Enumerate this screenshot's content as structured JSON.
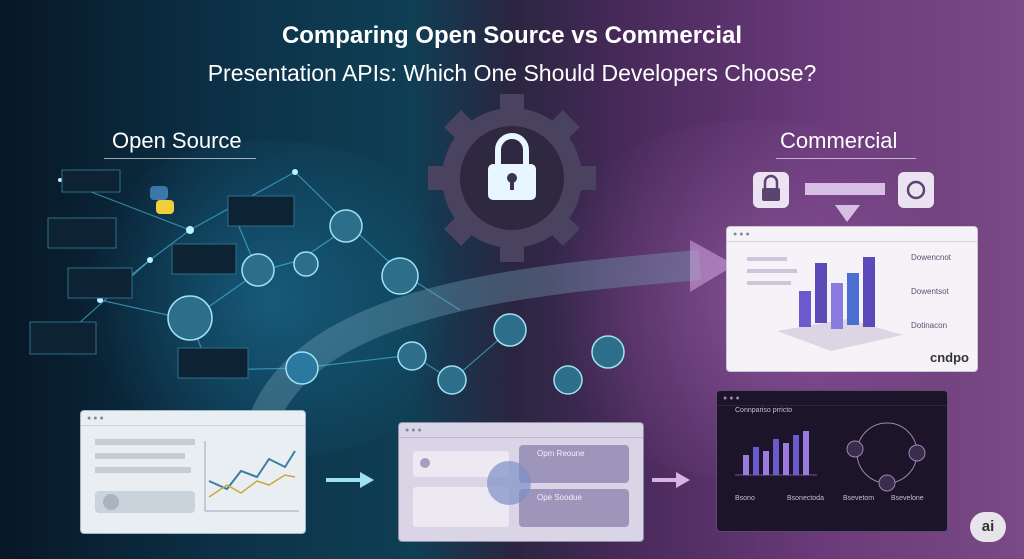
{
  "header": {
    "title_line1": "Comparing Open Source vs Commercial",
    "title_line2": "Presentation APIs: Which One Should Developers Choose?"
  },
  "sides": {
    "open_source_label": "Open Source",
    "commercial_label": "Commercial"
  },
  "panels": {
    "commercial_top": {
      "side_labels": [
        "Dowencnot",
        "Dowentsot",
        "Dotinacon"
      ],
      "brand": "cndpo"
    },
    "commercial_bottom": {
      "title": "Connpariso prricto",
      "kickers": [
        "Bsono",
        "Bsonectoda",
        "Bsevetom",
        "Bsevelone"
      ]
    },
    "middle": {
      "labels": [
        "Opm Reoune",
        "Ope Soodue"
      ]
    }
  },
  "badge": {
    "label": "ai"
  },
  "colors": {
    "open_source_accent": "#3fc6ea",
    "commercial_accent": "#c98ad8",
    "chart_bar": "#6a5acd"
  }
}
